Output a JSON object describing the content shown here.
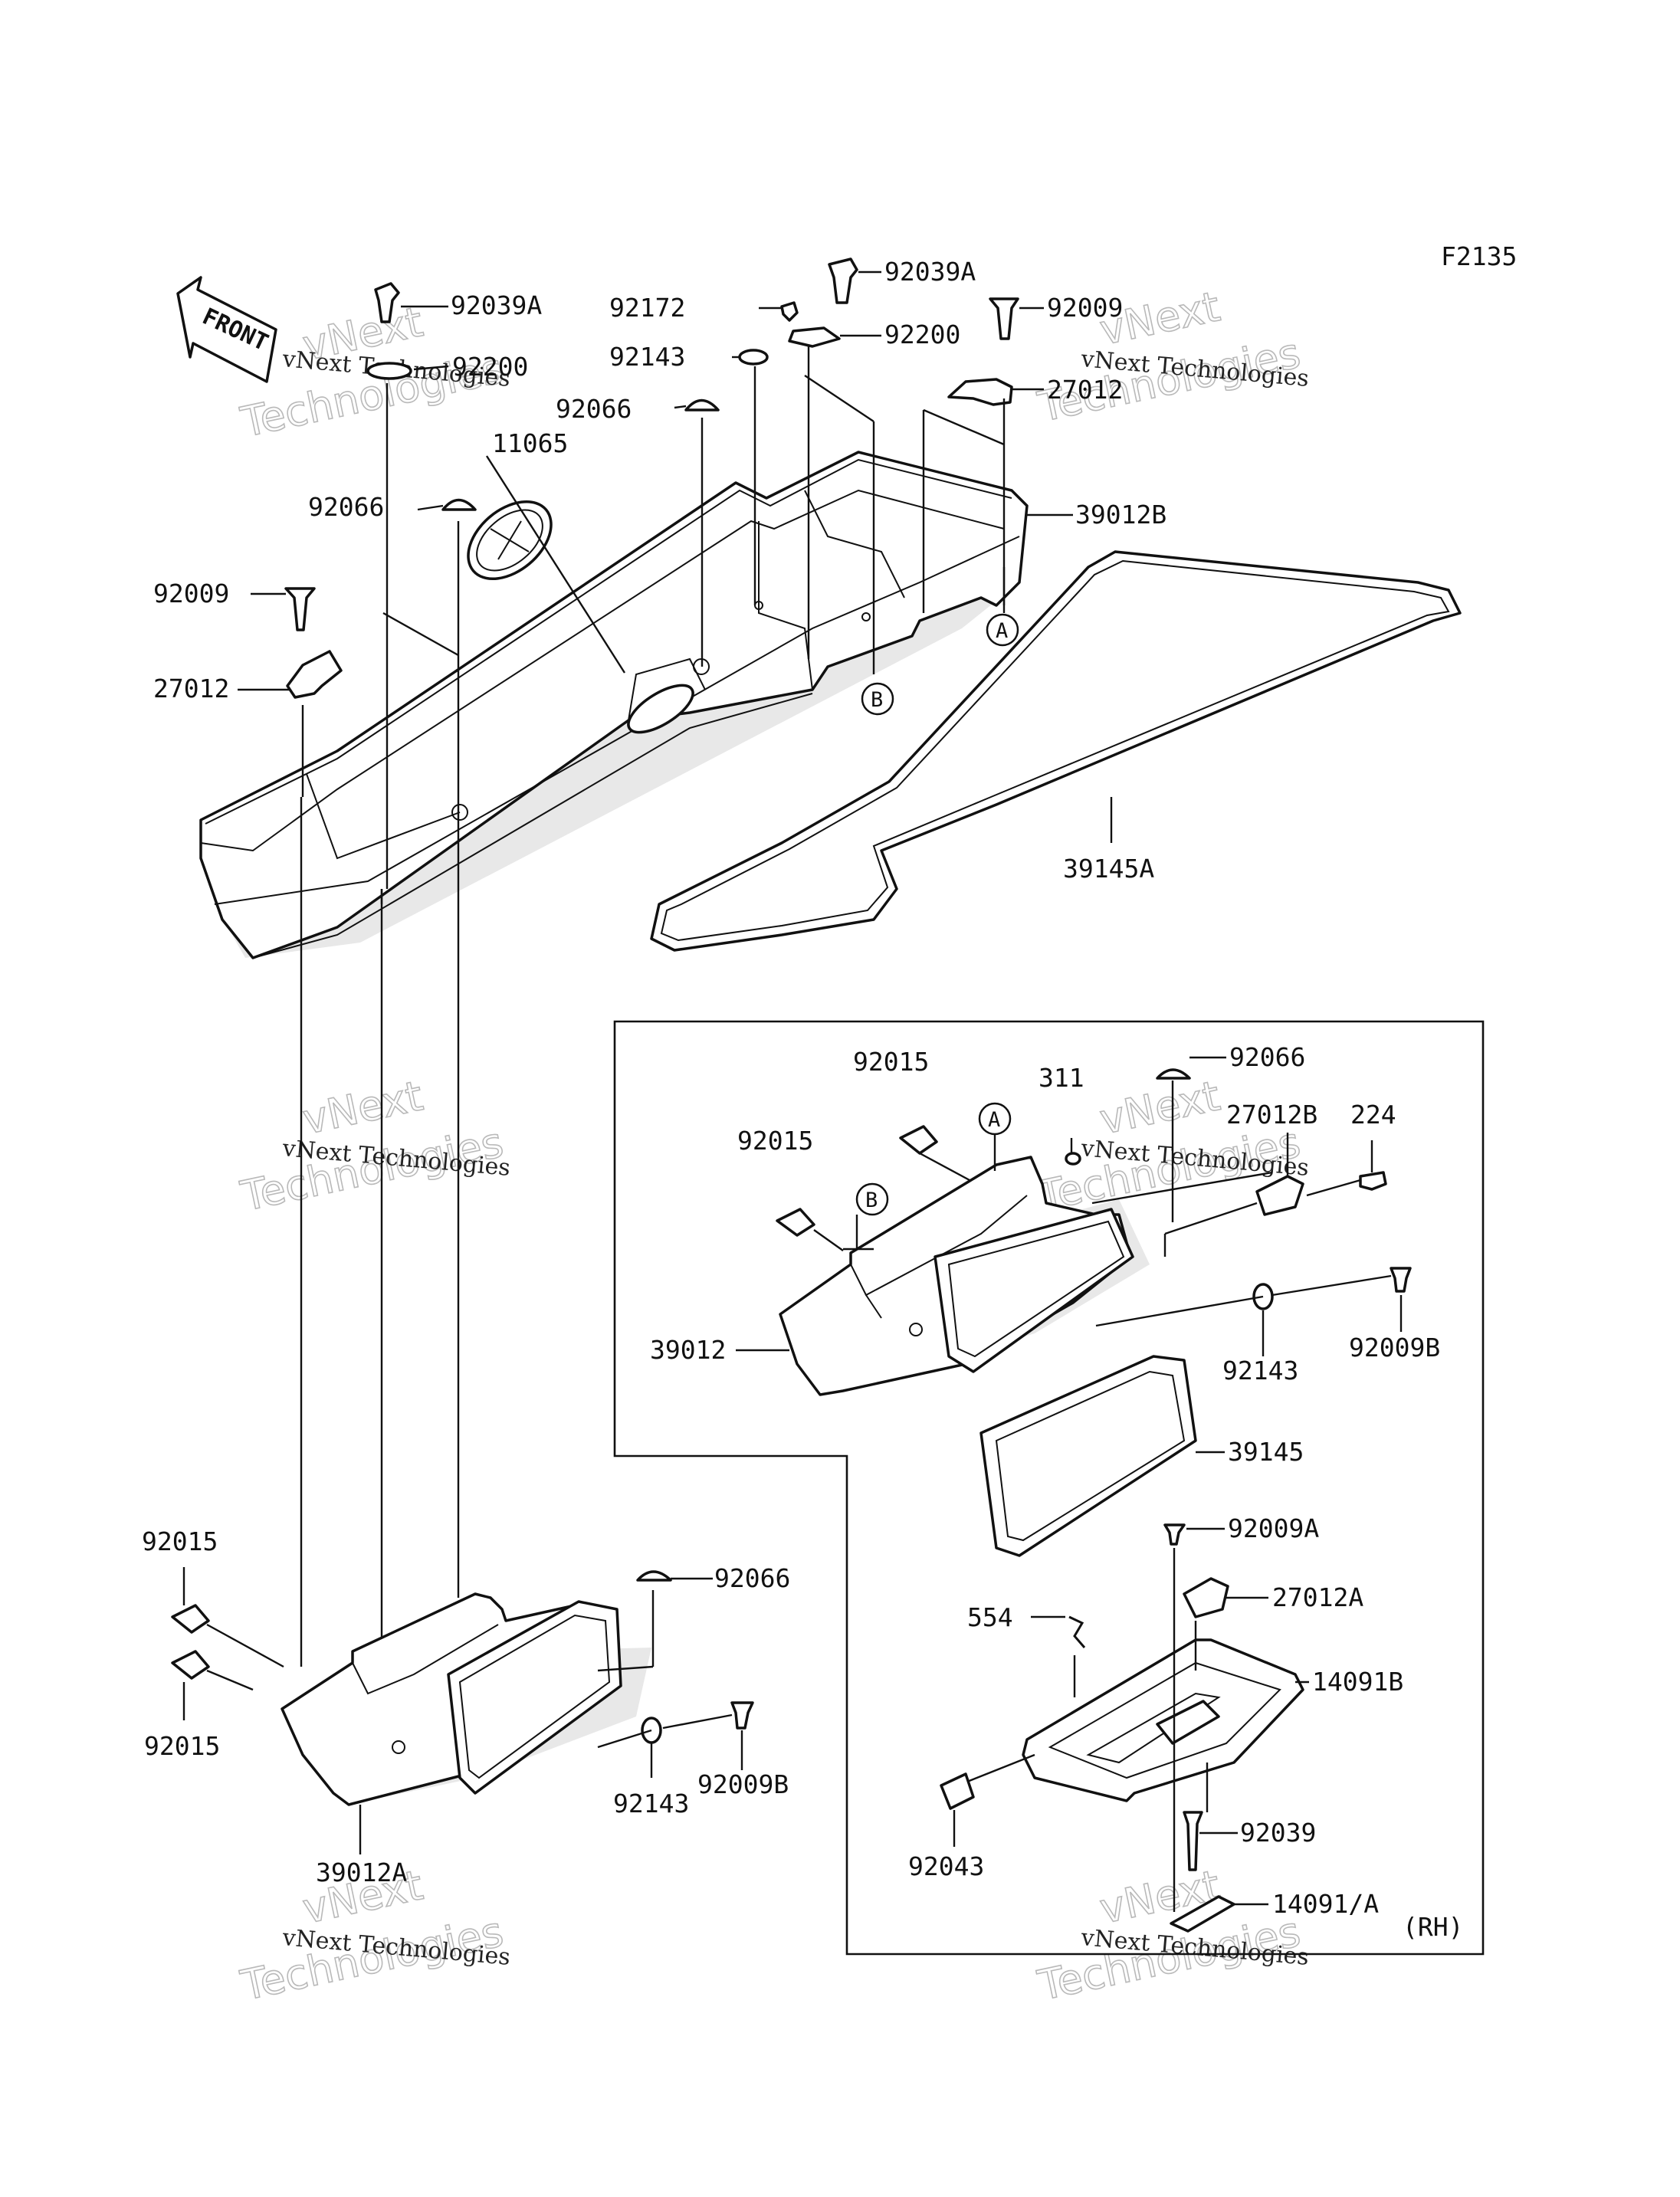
{
  "figure_id": "F2135",
  "front_label": "FRONT",
  "rh_label": "(RH)",
  "watermark": {
    "small": "vNext Technologies",
    "line1": "vNext",
    "line2": "Technologies"
  },
  "callouts": {
    "A": "A",
    "B": "B"
  },
  "parts": {
    "p92039A_l": "92039A",
    "p92200_l": "92200",
    "p92039A_c": "92039A",
    "p92172": "92172",
    "p92143_t": "92143",
    "p92200_c": "92200",
    "p92009_r": "92009",
    "p27012_r": "27012",
    "p92066_c": "92066",
    "p11065": "11065",
    "p92066_l": "92066",
    "p39012B": "39012B",
    "p92009_l": "92009",
    "p27012_l": "27012",
    "p39145A": "39145A",
    "p92015_a": "92015",
    "p92066_i": "92066",
    "p311": "311",
    "p27012B": "27012B",
    "p224": "224",
    "p92015_b": "92015",
    "p39012": "39012",
    "p92143_i": "92143",
    "p92009B_i": "92009B",
    "p39145": "39145",
    "p92009A": "92009A",
    "p554": "554",
    "p27012A": "27012A",
    "p14091B": "14091B",
    "p92039": "92039",
    "p92043": "92043",
    "p14091A": "14091/A",
    "p92015_c": "92015",
    "p92015_d": "92015",
    "p92066_b": "92066",
    "p92143_b": "92143",
    "p92009B_b": "92009B",
    "p39012A": "39012A"
  }
}
